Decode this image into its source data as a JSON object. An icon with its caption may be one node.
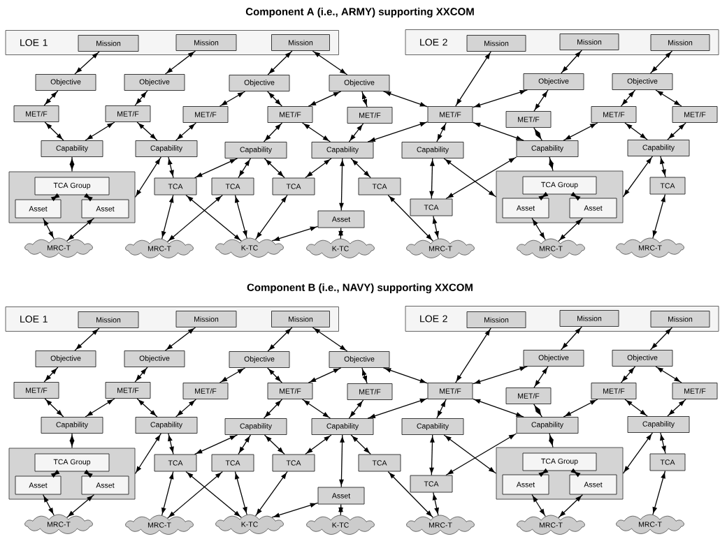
{
  "diagram": {
    "labels": [
      "Component A (i.e., ARMY) supporting XXCOM",
      "Component B (i.e., NAVY) supporting XXCOM"
    ],
    "nodes": [
      {
        "text": [
          "LOE 1"
        ]
      },
      {
        "text": [
          "Mission"
        ],
        "in": 0
      },
      {
        "text": [
          "Mission"
        ],
        "in": 0
      },
      {
        "text": [
          "Mission"
        ],
        "in": 0
      },
      {
        "text": [
          "LOE 2"
        ]
      },
      {
        "text": [
          "Mission"
        ],
        "in": 4
      },
      {
        "text": [
          "Mission"
        ],
        "in": 4
      },
      {
        "text": [
          "Mission"
        ],
        "in": 4
      },
      {
        "text": [
          "Objective"
        ]
      },
      {
        "text": [
          "Objective"
        ]
      },
      {
        "text": [
          "Objective"
        ]
      },
      {
        "text": [
          "Objective"
        ]
      },
      {
        "text": [
          "Objective"
        ]
      },
      {
        "text": [
          "Objective"
        ]
      },
      {
        "text": [
          "MET/F"
        ]
      },
      {
        "text": [
          "MET/F"
        ]
      },
      {
        "text": [
          "MET/F"
        ]
      },
      {
        "text": [
          "MET/F"
        ]
      },
      {
        "text": [
          "MET/F"
        ]
      },
      {
        "text": [
          "MET/F"
        ]
      },
      {
        "text": [
          "MET/F"
        ]
      },
      {
        "text": [
          "MET/F"
        ]
      },
      {
        "text": [
          "MET/F"
        ]
      },
      {
        "text": [
          "Capability"
        ]
      },
      {
        "text": [
          "Capability"
        ]
      },
      {
        "text": [
          "Capability"
        ]
      },
      {
        "text": [
          "Capability"
        ]
      },
      {
        "text": [
          "Capability"
        ]
      },
      {
        "text": [
          "Capability"
        ]
      },
      {
        "text": [
          "Capability"
        ]
      },
      {
        "text": [],
        "shape": "box"
      },
      {
        "text": [
          "TCA Group"
        ],
        "in": 30
      },
      {
        "text": [
          "Asset"
        ],
        "in": 30
      },
      {
        "text": [
          "Asset"
        ],
        "in": 30
      },
      {
        "text": [
          "TCA"
        ]
      },
      {
        "text": [
          "TCA"
        ]
      },
      {
        "text": [
          "TCA"
        ]
      },
      {
        "text": [
          "TCA"
        ]
      },
      {
        "text": [
          "TCA"
        ]
      },
      {
        "text": [
          "Asset"
        ]
      },
      {
        "text": [],
        "shape": "box"
      },
      {
        "text": [
          "TCA Group"
        ],
        "in": 40
      },
      {
        "text": [
          "Asset"
        ],
        "in": 40
      },
      {
        "text": [
          "Asset"
        ],
        "in": 40
      },
      {
        "text": [
          "TCA"
        ]
      },
      {
        "text": [
          "MRC-T"
        ]
      },
      {
        "text": [
          "MRC-T"
        ]
      },
      {
        "text": [
          "K-TC"
        ]
      },
      {
        "text": [
          "K-TC"
        ]
      },
      {
        "text": [
          "MRC-T"
        ]
      },
      {
        "text": [
          "MRC-T"
        ]
      },
      {
        "text": [
          "MRC-T"
        ]
      },
      {
        "text": [
          "LOE 1"
        ]
      },
      {
        "text": [
          "Mission"
        ],
        "in": 52
      },
      {
        "text": [
          "Mission"
        ],
        "in": 52
      },
      {
        "text": [
          "Mission"
        ],
        "in": 52
      },
      {
        "text": [
          "LOE 2"
        ]
      },
      {
        "text": [
          "Mission"
        ],
        "in": 56
      },
      {
        "text": [
          "Mission"
        ],
        "in": 56
      },
      {
        "text": [
          "Mission"
        ],
        "in": 56
      },
      {
        "text": [
          "Objective"
        ]
      },
      {
        "text": [
          "Objective"
        ]
      },
      {
        "text": [
          "Objective"
        ]
      },
      {
        "text": [
          "Objective"
        ]
      },
      {
        "text": [
          "Objective"
        ]
      },
      {
        "text": [
          "Objective"
        ]
      },
      {
        "text": [
          "MET/F"
        ]
      },
      {
        "text": [
          "MET/F"
        ]
      },
      {
        "text": [
          "MET/F"
        ]
      },
      {
        "text": [
          "MET/F"
        ]
      },
      {
        "text": [
          "MET/F"
        ]
      },
      {
        "text": [
          "MET/F"
        ]
      },
      {
        "text": [
          "MET/F"
        ]
      },
      {
        "text": [
          "MET/F"
        ]
      },
      {
        "text": [
          "MET/F"
        ]
      },
      {
        "text": [
          "Capability"
        ]
      },
      {
        "text": [
          "Capability"
        ]
      },
      {
        "text": [
          "Capability"
        ]
      },
      {
        "text": [
          "Capability"
        ]
      },
      {
        "text": [
          "Capability"
        ]
      },
      {
        "text": [
          "Capability"
        ]
      },
      {
        "text": [
          "Capability"
        ]
      },
      {
        "text": [],
        "shape": "box"
      },
      {
        "text": [
          "TCA Group"
        ],
        "in": 82
      },
      {
        "text": [
          "Asset"
        ],
        "in": 82
      },
      {
        "text": [
          "Asset"
        ],
        "in": 82
      },
      {
        "text": [
          "TCA"
        ]
      },
      {
        "text": [
          "TCA"
        ]
      },
      {
        "text": [
          "TCA"
        ]
      },
      {
        "text": [
          "TCA"
        ]
      },
      {
        "text": [
          "TCA"
        ]
      },
      {
        "text": [
          "Asset"
        ]
      },
      {
        "text": [],
        "shape": "box"
      },
      {
        "text": [
          "TCA Group"
        ],
        "in": 92
      },
      {
        "text": [
          "Asset"
        ],
        "in": 92
      },
      {
        "text": [
          "Asset"
        ],
        "in": 92
      },
      {
        "text": [
          "TCA"
        ]
      },
      {
        "text": [
          "MRC-T"
        ]
      },
      {
        "text": [
          "MRC-T"
        ]
      },
      {
        "text": [
          "K-TC"
        ]
      },
      {
        "text": [
          "K-TC"
        ]
      },
      {
        "text": [
          "MRC-T"
        ]
      },
      {
        "text": [
          "MRC-T"
        ]
      },
      {
        "text": [
          "MRC-T"
        ]
      }
    ],
    "edges": [
      {
        "from": 1,
        "to": 8,
        "arrow": "both"
      },
      {
        "from": 2,
        "to": 9,
        "arrow": "both"
      },
      {
        "from": 3,
        "to": 10,
        "arrow": "both"
      },
      {
        "from": 3,
        "to": 11,
        "arrow": "both"
      },
      {
        "from": 8,
        "to": 14,
        "arrow": "both"
      },
      {
        "from": 9,
        "to": 15,
        "arrow": "both"
      },
      {
        "from": 10,
        "to": 16,
        "arrow": "both"
      },
      {
        "from": 10,
        "to": 17,
        "arrow": "both"
      },
      {
        "from": 11,
        "to": 17,
        "arrow": "both"
      },
      {
        "from": 11,
        "to": 18,
        "arrow": "both"
      },
      {
        "from": 11,
        "to": 19,
        "arrow": "both"
      },
      {
        "from": 5,
        "to": 19,
        "arrow": "both"
      },
      {
        "from": 19,
        "to": 12,
        "arrow": "both"
      },
      {
        "from": 6,
        "to": 12,
        "arrow": "both"
      },
      {
        "from": 7,
        "to": 13,
        "arrow": "both"
      },
      {
        "from": 12,
        "to": 20,
        "arrow": "both"
      },
      {
        "from": 13,
        "to": 21,
        "arrow": "both"
      },
      {
        "from": 13,
        "to": 22,
        "arrow": "both"
      },
      {
        "from": 14,
        "to": 23,
        "arrow": "both"
      },
      {
        "from": 23,
        "to": 15,
        "arrow": "both"
      },
      {
        "from": 15,
        "to": 24,
        "arrow": "both"
      },
      {
        "from": 16,
        "to": 24,
        "arrow": "both"
      },
      {
        "from": 23,
        "to": 30,
        "arrow": "both"
      },
      {
        "from": 17,
        "to": 25,
        "arrow": "both"
      },
      {
        "from": 17,
        "to": 26,
        "arrow": "both"
      },
      {
        "from": 18,
        "to": 26,
        "arrow": "both"
      },
      {
        "from": 19,
        "to": 26,
        "arrow": "both"
      },
      {
        "from": 19,
        "to": 27,
        "arrow": "both"
      },
      {
        "from": 19,
        "to": 28,
        "arrow": "both"
      },
      {
        "from": 20,
        "to": 28,
        "arrow": "both"
      },
      {
        "from": 28,
        "to": 21,
        "arrow": "both"
      },
      {
        "from": 21,
        "to": 29,
        "arrow": "both"
      },
      {
        "from": 22,
        "to": 29,
        "arrow": "both"
      },
      {
        "from": 28,
        "to": 40,
        "arrow": "both"
      },
      {
        "from": 29,
        "to": 40,
        "arrow": "both"
      },
      {
        "from": 29,
        "to": 44,
        "arrow": "both"
      },
      {
        "from": 44,
        "to": 51,
        "arrow": "both"
      },
      {
        "from": 31,
        "to": 32,
        "arrow": "both"
      },
      {
        "from": 31,
        "to": 33,
        "arrow": "both"
      },
      {
        "from": 32,
        "to": 45,
        "arrow": "both"
      },
      {
        "from": 33,
        "to": 45,
        "arrow": "both"
      },
      {
        "from": 41,
        "to": 42,
        "arrow": "both"
      },
      {
        "from": 41,
        "to": 43,
        "arrow": "both"
      },
      {
        "from": 42,
        "to": 50,
        "arrow": "both"
      },
      {
        "from": 43,
        "to": 50,
        "arrow": "both"
      },
      {
        "from": 24,
        "to": 30,
        "arrow": "both"
      },
      {
        "from": 24,
        "to": 34,
        "arrow": "both"
      },
      {
        "from": 25,
        "to": 34,
        "arrow": "both"
      },
      {
        "from": 25,
        "to": 35,
        "arrow": "both"
      },
      {
        "from": 25,
        "to": 36,
        "arrow": "both"
      },
      {
        "from": 26,
        "to": 36,
        "arrow": "both"
      },
      {
        "from": 26,
        "to": 37,
        "arrow": "both"
      },
      {
        "from": 26,
        "to": 39,
        "arrow": "both"
      },
      {
        "from": 27,
        "to": 38,
        "arrow": "both"
      },
      {
        "from": 27,
        "to": 40,
        "arrow": "both"
      },
      {
        "from": 28,
        "to": 38,
        "arrow": "both"
      },
      {
        "from": 38,
        "to": 49,
        "arrow": "both"
      },
      {
        "from": 37,
        "to": 49,
        "arrow": "both"
      },
      {
        "from": 34,
        "to": 46,
        "arrow": "both"
      },
      {
        "from": 35,
        "to": 46,
        "arrow": "both"
      },
      {
        "from": 34,
        "to": 47,
        "arrow": "both"
      },
      {
        "from": 35,
        "to": 47,
        "arrow": "both"
      },
      {
        "from": 36,
        "to": 47,
        "arrow": "both"
      },
      {
        "from": 39,
        "to": 47,
        "arrow": "both"
      },
      {
        "from": 39,
        "to": 48,
        "arrow": "both"
      },
      {
        "from": 53,
        "to": 60,
        "arrow": "both"
      },
      {
        "from": 54,
        "to": 61,
        "arrow": "both"
      },
      {
        "from": 55,
        "to": 62,
        "arrow": "both"
      },
      {
        "from": 55,
        "to": 63,
        "arrow": "both"
      },
      {
        "from": 60,
        "to": 66,
        "arrow": "both"
      },
      {
        "from": 61,
        "to": 67,
        "arrow": "both"
      },
      {
        "from": 62,
        "to": 68,
        "arrow": "both"
      },
      {
        "from": 62,
        "to": 69,
        "arrow": "both"
      },
      {
        "from": 63,
        "to": 69,
        "arrow": "both"
      },
      {
        "from": 63,
        "to": 70,
        "arrow": "both"
      },
      {
        "from": 63,
        "to": 71,
        "arrow": "both"
      },
      {
        "from": 57,
        "to": 71,
        "arrow": "both"
      },
      {
        "from": 71,
        "to": 64,
        "arrow": "both"
      },
      {
        "from": 58,
        "to": 64,
        "arrow": "both"
      },
      {
        "from": 59,
        "to": 65,
        "arrow": "both"
      },
      {
        "from": 64,
        "to": 72,
        "arrow": "both"
      },
      {
        "from": 65,
        "to": 73,
        "arrow": "both"
      },
      {
        "from": 65,
        "to": 74,
        "arrow": "both"
      },
      {
        "from": 66,
        "to": 75,
        "arrow": "both"
      },
      {
        "from": 75,
        "to": 67,
        "arrow": "both"
      },
      {
        "from": 67,
        "to": 76,
        "arrow": "both"
      },
      {
        "from": 68,
        "to": 76,
        "arrow": "both"
      },
      {
        "from": 75,
        "to": 82,
        "arrow": "both"
      },
      {
        "from": 69,
        "to": 77,
        "arrow": "both"
      },
      {
        "from": 69,
        "to": 78,
        "arrow": "both"
      },
      {
        "from": 70,
        "to": 78,
        "arrow": "both"
      },
      {
        "from": 71,
        "to": 78,
        "arrow": "both"
      },
      {
        "from": 71,
        "to": 79,
        "arrow": "both"
      },
      {
        "from": 71,
        "to": 80,
        "arrow": "both"
      },
      {
        "from": 72,
        "to": 80,
        "arrow": "both"
      },
      {
        "from": 80,
        "to": 73,
        "arrow": "both"
      },
      {
        "from": 73,
        "to": 81,
        "arrow": "both"
      },
      {
        "from": 74,
        "to": 81,
        "arrow": "both"
      },
      {
        "from": 80,
        "to": 92,
        "arrow": "both"
      },
      {
        "from": 81,
        "to": 92,
        "arrow": "both"
      },
      {
        "from": 81,
        "to": 96,
        "arrow": "both"
      },
      {
        "from": 96,
        "to": 103,
        "arrow": "both"
      },
      {
        "from": 83,
        "to": 84,
        "arrow": "both"
      },
      {
        "from": 83,
        "to": 85,
        "arrow": "both"
      },
      {
        "from": 84,
        "to": 97,
        "arrow": "both"
      },
      {
        "from": 85,
        "to": 97,
        "arrow": "both"
      },
      {
        "from": 93,
        "to": 94,
        "arrow": "both"
      },
      {
        "from": 93,
        "to": 95,
        "arrow": "both"
      },
      {
        "from": 94,
        "to": 102,
        "arrow": "both"
      },
      {
        "from": 95,
        "to": 102,
        "arrow": "both"
      },
      {
        "from": 76,
        "to": 82,
        "arrow": "both"
      },
      {
        "from": 76,
        "to": 86,
        "arrow": "both"
      },
      {
        "from": 77,
        "to": 86,
        "arrow": "both"
      },
      {
        "from": 77,
        "to": 87,
        "arrow": "both"
      },
      {
        "from": 77,
        "to": 88,
        "arrow": "both"
      },
      {
        "from": 78,
        "to": 88,
        "arrow": "both"
      },
      {
        "from": 78,
        "to": 89,
        "arrow": "both"
      },
      {
        "from": 78,
        "to": 91,
        "arrow": "both"
      },
      {
        "from": 79,
        "to": 90,
        "arrow": "both"
      },
      {
        "from": 79,
        "to": 92,
        "arrow": "both"
      },
      {
        "from": 80,
        "to": 90,
        "arrow": "both"
      },
      {
        "from": 90,
        "to": 101,
        "arrow": "both"
      },
      {
        "from": 89,
        "to": 101,
        "arrow": "both"
      },
      {
        "from": 86,
        "to": 98,
        "arrow": "both"
      },
      {
        "from": 87,
        "to": 98,
        "arrow": "both"
      },
      {
        "from": 86,
        "to": 99,
        "arrow": "both"
      },
      {
        "from": 87,
        "to": 99,
        "arrow": "both"
      },
      {
        "from": 88,
        "to": 99,
        "arrow": "both"
      },
      {
        "from": 91,
        "to": 99,
        "arrow": "both"
      },
      {
        "from": 91,
        "to": 100,
        "arrow": "both"
      }
    ]
  }
}
